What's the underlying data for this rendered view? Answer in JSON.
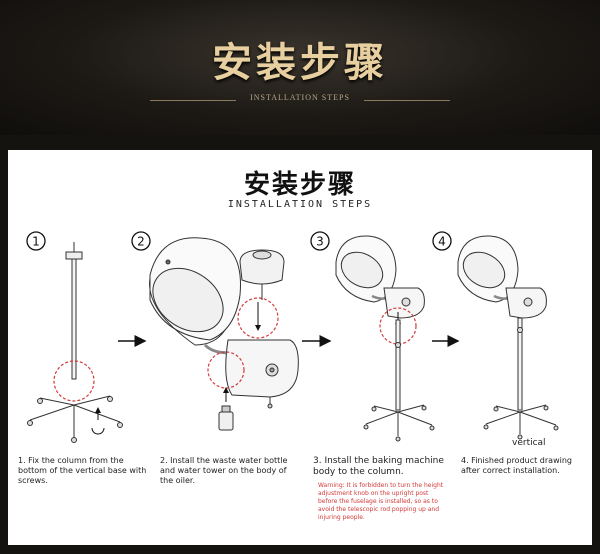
{
  "banner": {
    "title": "安装步骤",
    "subtitle": "INSTALLATION STEPS"
  },
  "panel": {
    "title": "安装步骤",
    "subtitle": "INSTALLATION STEPS"
  },
  "steps": [
    {
      "number": "1",
      "caption": "1. Fix the column from the bottom of the vertical base with screws."
    },
    {
      "number": "2",
      "caption": "2. Install the waste water bottle and water tower on the body of the oiler."
    },
    {
      "number": "3",
      "caption": "3. Install the baking machine body to the column."
    },
    {
      "number": "4",
      "caption": "4. Finished product drawing after correct installation."
    }
  ],
  "warning": "Warning: It is forbidden to turn the height adjustment knob on the upright post before the fuselage is installed, so as to avoid the telescopic rod popping up and injuring people.",
  "vertical_label": "vertical",
  "colors": {
    "banner_text": "#e8cfa0",
    "warning": "#d23a3a",
    "circle_dash": "#d23a3a"
  }
}
